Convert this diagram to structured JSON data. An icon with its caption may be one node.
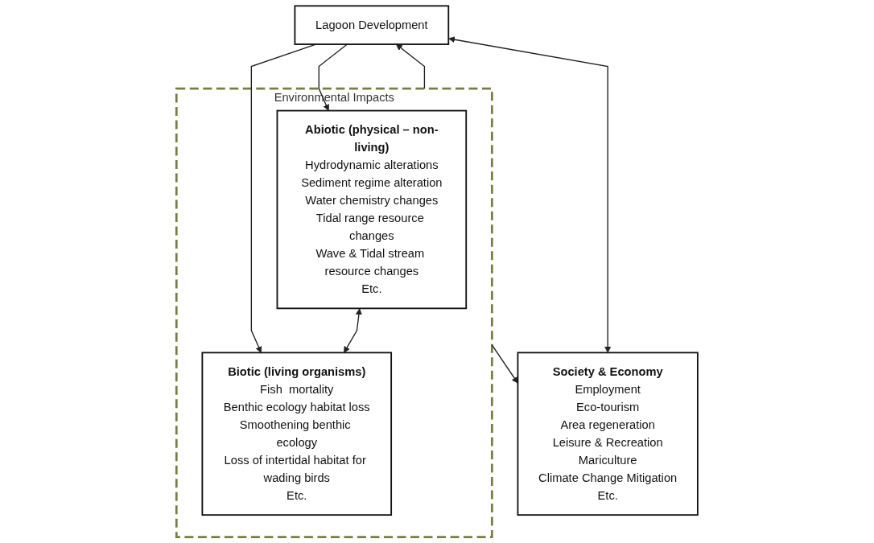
{
  "diagram": {
    "nodes": [
      {
        "text": [
          "Lagoon Development"
        ]
      },
      {
        "text": [
          "Environmental Impacts"
        ]
      },
      {
        "text": [
          "Abiotic (physical – non-living)",
          "Hydrodynamic alterations",
          "Sediment regime alteration",
          "Water chemistry changes",
          "Tidal range resource changes",
          "Wave & Tidal stream resource changes",
          "Etc."
        ],
        "in": 1
      },
      {
        "text": [
          "Biotic (living organisms)",
          "Fish  mortality",
          "Benthic ecology habitat loss",
          "Smoothening benthic ecology",
          "Loss of intertidal habitat for wading birds",
          "Etc."
        ],
        "in": 1
      },
      {
        "text": [
          "Society & Economy",
          "Employment",
          "Eco-tourism",
          "Area regeneration",
          "Leisure & Recreation",
          "Mariculture",
          "Climate Change Mitigation",
          "Etc."
        ]
      }
    ],
    "edges": [
      {
        "from": 0,
        "to": 2,
        "arrow": "to"
      },
      {
        "from": 0,
        "to": 3,
        "arrow": "to"
      },
      {
        "from": 1,
        "to": 0,
        "arrow": "to"
      },
      {
        "from": 0,
        "to": 4,
        "arrow": "both"
      },
      {
        "from": 2,
        "to": 3,
        "arrow": "both"
      },
      {
        "from": 1,
        "to": 4,
        "arrow": "to"
      }
    ]
  }
}
